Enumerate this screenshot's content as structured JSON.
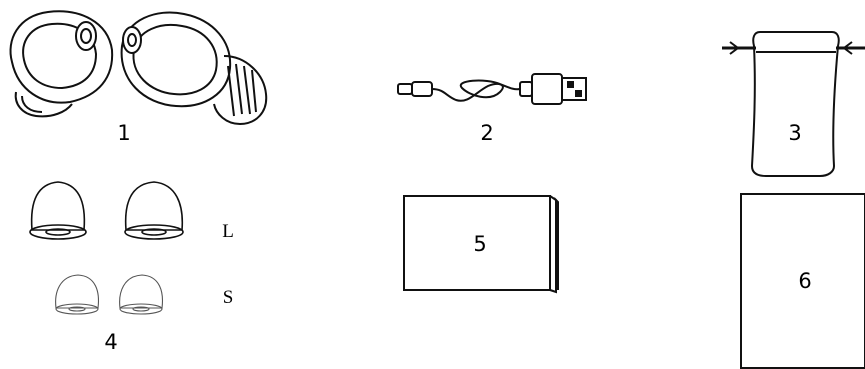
{
  "items": [
    {
      "number": "1",
      "icon": "earbuds-icon"
    },
    {
      "number": "2",
      "icon": "usb-cable-icon"
    },
    {
      "number": "3",
      "icon": "pouch-icon"
    },
    {
      "number": "4",
      "icon": "ear-tips-icon"
    },
    {
      "number": "5",
      "icon": "manual-icon"
    },
    {
      "number": "6",
      "icon": "box-icon"
    }
  ],
  "ear_tip_sizes": {
    "large": "L",
    "small": "S"
  }
}
